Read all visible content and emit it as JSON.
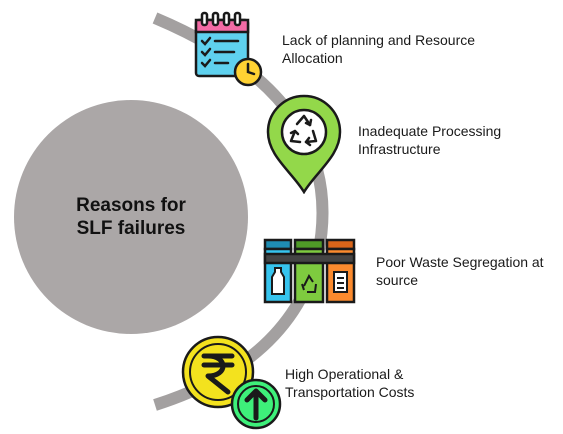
{
  "center": {
    "title": "Reasons for SLF failures"
  },
  "items": [
    {
      "label": "Lack of planning and Resource Allocation",
      "icon": "calendar-clock-icon"
    },
    {
      "label": "Inadequate Processing Infrastructure",
      "icon": "recycle-location-pin-icon"
    },
    {
      "label": "Poor Waste Segregation at source",
      "icon": "waste-bins-icon"
    },
    {
      "label": "High Operational & Transportation Costs",
      "icon": "rupee-cost-up-icon"
    }
  ],
  "colors": {
    "arc": "#a3a0a0",
    "circle": "#aba7a7",
    "calendar_body": "#5fd1ee",
    "calendar_header": "#f36ba5",
    "clock": "#ffd233",
    "pin": "#93d84a",
    "bin_blue": "#36c4ee",
    "bin_green": "#7ecb3f",
    "bin_orange": "#fb8a2e",
    "coin": "#f3e21e",
    "arrow_badge": "#3ef07a"
  }
}
